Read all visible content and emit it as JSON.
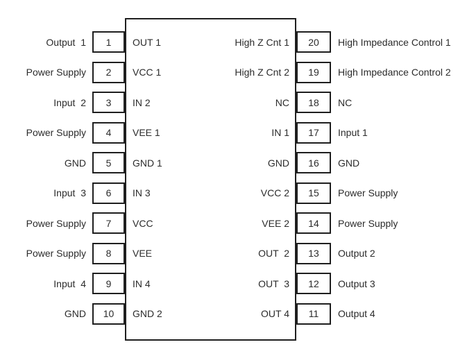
{
  "diagram": {
    "type": "ic-pinout",
    "pin_count": 20,
    "text_color": "#2b2b2b",
    "line_color": "#1f1f1f",
    "background_color": "#ffffff"
  },
  "pins": [
    {
      "left_label": "Output  1",
      "left_pin": "1",
      "left_name": "OUT 1",
      "right_name": "High Z Cnt 1",
      "right_pin": "20",
      "right_label": "High Impedance Control 1"
    },
    {
      "left_label": "Power Supply",
      "left_pin": "2",
      "left_name": "VCC 1",
      "right_name": "High Z Cnt 2",
      "right_pin": "19",
      "right_label": "High Impedance Control 2"
    },
    {
      "left_label": "Input  2",
      "left_pin": "3",
      "left_name": "IN 2",
      "right_name": "NC",
      "right_pin": "18",
      "right_label": "NC"
    },
    {
      "left_label": "Power Supply",
      "left_pin": "4",
      "left_name": "VEE 1",
      "right_name": "IN 1",
      "right_pin": "17",
      "right_label": "Input 1"
    },
    {
      "left_label": "GND",
      "left_pin": "5",
      "left_name": "GND 1",
      "right_name": "GND",
      "right_pin": "16",
      "right_label": "GND"
    },
    {
      "left_label": "Input  3",
      "left_pin": "6",
      "left_name": "IN 3",
      "right_name": "VCC 2",
      "right_pin": "15",
      "right_label": "Power Supply"
    },
    {
      "left_label": "Power Supply",
      "left_pin": "7",
      "left_name": "VCC",
      "right_name": "VEE 2",
      "right_pin": "14",
      "right_label": "Power Supply"
    },
    {
      "left_label": "Power Supply",
      "left_pin": "8",
      "left_name": "VEE",
      "right_name": "OUT  2",
      "right_pin": "13",
      "right_label": "Output 2"
    },
    {
      "left_label": "Input  4",
      "left_pin": "9",
      "left_name": "IN 4",
      "right_name": "OUT  3",
      "right_pin": "12",
      "right_label": "Output 3"
    },
    {
      "left_label": "GND",
      "left_pin": "10",
      "left_name": "GND 2",
      "right_name": "OUT 4",
      "right_pin": "11",
      "right_label": "Output 4"
    }
  ]
}
